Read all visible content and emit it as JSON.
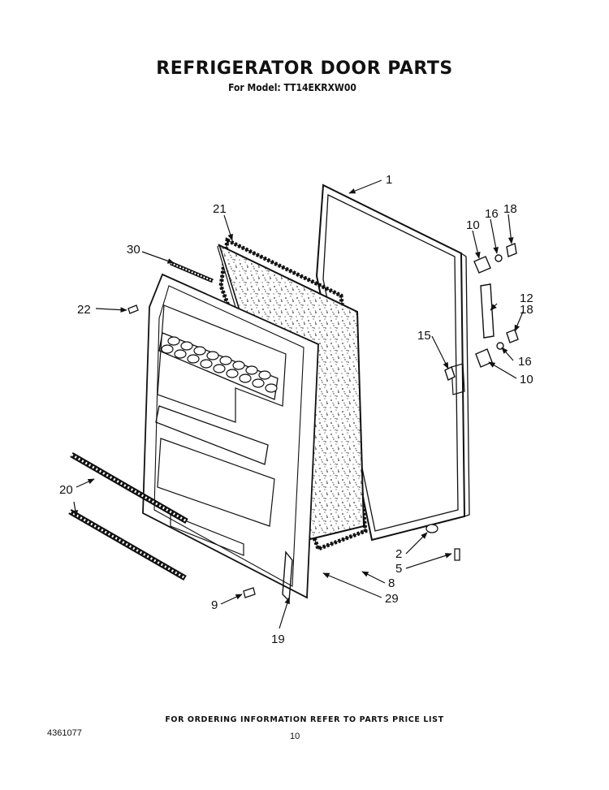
{
  "header": {
    "title": "REFRIGERATOR DOOR PARTS",
    "subtitle": "For Model: TT14EKRXW00"
  },
  "callouts": [
    "1",
    "21",
    "30",
    "22",
    "20",
    "9",
    "19",
    "29",
    "8",
    "5",
    "2",
    "15",
    "10",
    "16",
    "18",
    "12",
    "18",
    "16",
    "10"
  ],
  "footer": {
    "note": "FOR ORDERING INFORMATION REFER TO PARTS PRICE LIST",
    "doc_number": "4361077",
    "page_number": "10",
    "fine_print_left": "",
    "fine_print_right": ""
  }
}
